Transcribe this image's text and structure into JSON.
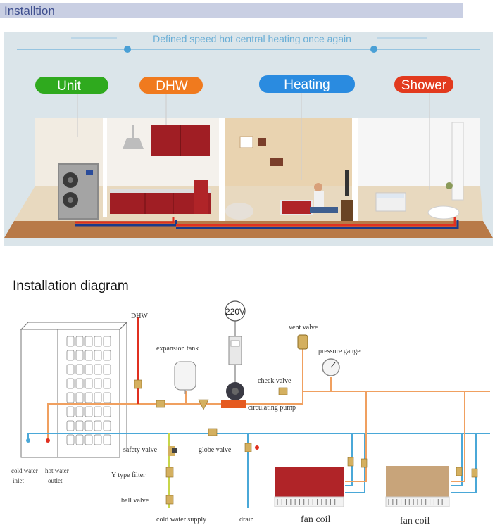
{
  "header": {
    "title": "Installtion"
  },
  "scene": {
    "banner": "Defined speed hot central heating once again",
    "pills": [
      {
        "label": "Unit",
        "color": "#2faa1e"
      },
      {
        "label": "DHW",
        "color": "#f07a1e"
      },
      {
        "label": "Heating",
        "color": "#2a8be0"
      },
      {
        "label": "Shower",
        "color": "#e23a1e"
      }
    ]
  },
  "diagram": {
    "title": "Installation diagram",
    "labels": {
      "dhw": "DHW",
      "power": "220V",
      "vent_valve": "vent valve",
      "pressure_gauge": "pressure gauge",
      "expansion_tank": "expansion tank",
      "check_valve": "check valve",
      "circulating_pump": "circulating pump",
      "safety_valve": "safety valve",
      "globe_valve": "globe valve",
      "y_filter": "Y type filter",
      "ball_valve": "ball valve",
      "cold_water_supply": "cold water supply",
      "drain": "drain",
      "cold_water_inlet_1": "cold water",
      "cold_water_inlet_2": "inlet",
      "hot_water_outlet_1": "hot water",
      "hot_water_outlet_2": "outlet",
      "fan_coil_1": "fan coil",
      "fan_coil_2": "fan coil"
    },
    "colors": {
      "hot_pipe": "#f0a060",
      "cold_pipe": "#4aa8d8",
      "supply_pipe": "#c8d64a",
      "red_pipe": "#e03020"
    }
  }
}
